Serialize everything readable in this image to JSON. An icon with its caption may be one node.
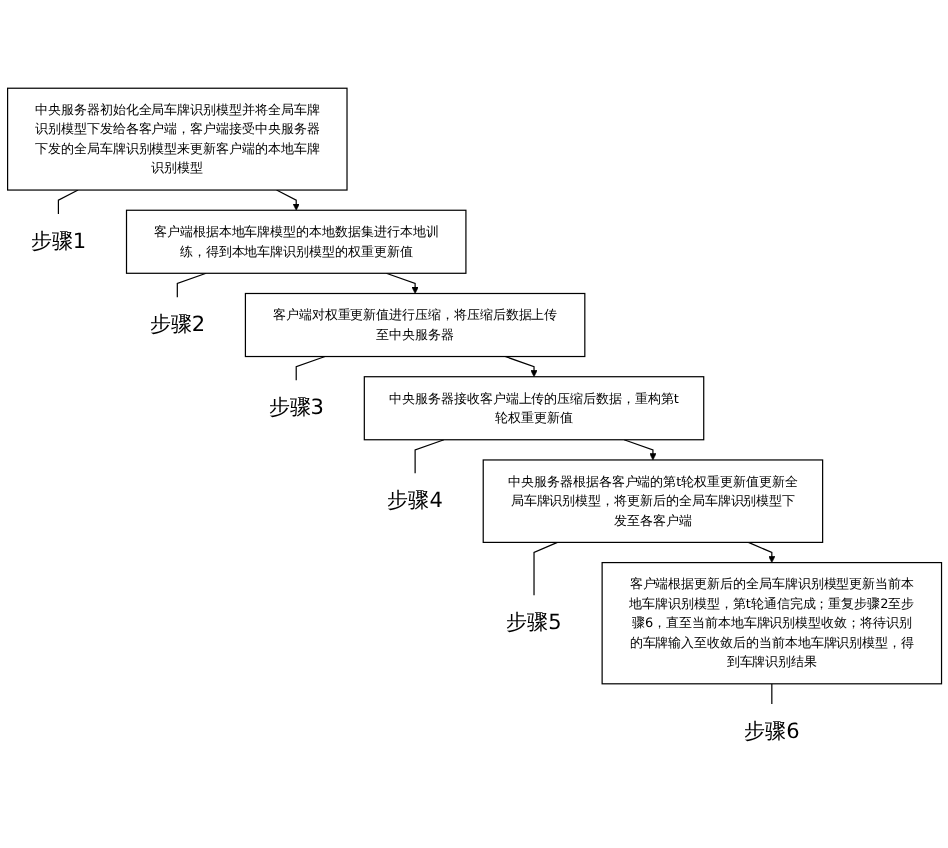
{
  "diagram": {
    "nodes": [
      {
        "text": [
          "步骤1"
        ]
      },
      {
        "text": [
          "中央服务器初始化全局车牌识别模型并将全局车牌识别模型下发给各客户端，客户端接受中央服务器下发的全局车牌识别模型来更新客户端的本地车牌识别模型"
        ]
      },
      {
        "text": [
          "步骤2"
        ]
      },
      {
        "text": [
          "客户端根据本地车牌模型的本地数据集进行本地训练，得到本地车牌识别模型的权重更新值"
        ]
      },
      {
        "text": [
          "步骤3"
        ]
      },
      {
        "text": [
          "客户端对权重更新值进行压缩，将压缩后数据上传至中央服务器"
        ]
      },
      {
        "text": [
          "步骤4"
        ]
      },
      {
        "text": [
          "中央服务器接收客户端上传的压缩后数据，重构第t轮权重更新值"
        ]
      },
      {
        "text": [
          "步骤5"
        ]
      },
      {
        "text": [
          "中央服务器根据各客户端的第t轮权重更新值更新全局车牌识别模型，将更新后的全局车牌识别模型下发至各客户端"
        ]
      },
      {
        "text": [
          "步骤6"
        ]
      },
      {
        "text": [
          "客户端根据更新后的全局车牌识别模型更新当前本地车牌识别模型，第t轮通信完成；重复步骤2至步骤6，直至当前本地车牌识别模型收敛；将待识别的车牌输入至收敛后的当前本地车牌识别模型，得到车牌识别结果"
        ]
      }
    ],
    "edges": [
      {
        "from": 0,
        "to": 1,
        "arrow": "none"
      },
      {
        "from": 1,
        "to": 3,
        "arrow": "to"
      },
      {
        "from": 2,
        "to": 3,
        "arrow": "none"
      },
      {
        "from": 3,
        "to": 5,
        "arrow": "to"
      },
      {
        "from": 4,
        "to": 5,
        "arrow": "none"
      },
      {
        "from": 5,
        "to": 7,
        "arrow": "to"
      },
      {
        "from": 6,
        "to": 7,
        "arrow": "none"
      },
      {
        "from": 7,
        "to": 9,
        "arrow": "to"
      },
      {
        "from": 8,
        "to": 9,
        "arrow": "none"
      },
      {
        "from": 9,
        "to": 11,
        "arrow": "to"
      },
      {
        "from": 10,
        "to": 11,
        "arrow": "none"
      }
    ]
  }
}
